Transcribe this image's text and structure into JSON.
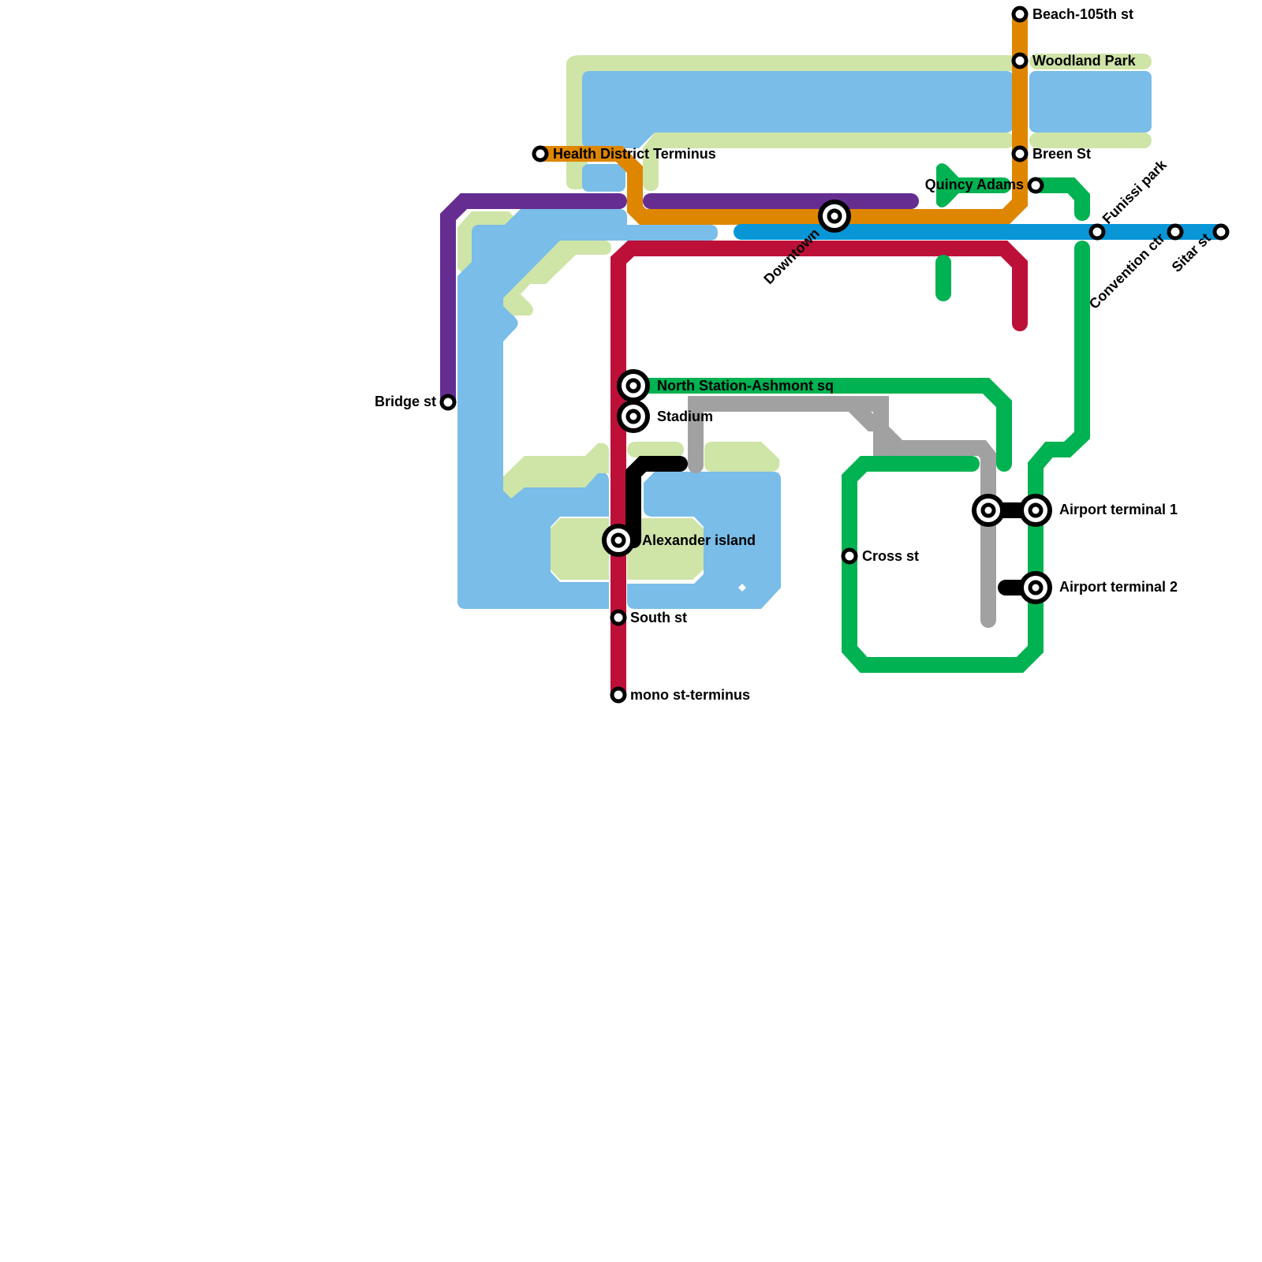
{
  "map": {
    "type": "transit-map",
    "colors": {
      "background": "#ffffff",
      "water": "#79bde8",
      "park": "#cfe4a7",
      "station_ring": "#000000",
      "station_fill": "#ffffff"
    },
    "lines": [
      {
        "id": "purple",
        "color": "#662d91"
      },
      {
        "id": "orange",
        "color": "#df8600"
      },
      {
        "id": "blue",
        "color": "#0896d7"
      },
      {
        "id": "red",
        "color": "#bd1038"
      },
      {
        "id": "green",
        "color": "#00b251"
      },
      {
        "id": "gray",
        "color": "#a1a1a1"
      },
      {
        "id": "black",
        "color": "#000000"
      }
    ],
    "stations": {
      "beach_105th": {
        "name": "Beach-105th st",
        "type": "station"
      },
      "woodland_park": {
        "name": "Woodland Park",
        "type": "station"
      },
      "breen_st": {
        "name": "Breen St",
        "type": "station"
      },
      "health_district": {
        "name": "Health District Terminus",
        "type": "station"
      },
      "quincy_adams": {
        "name": "Quincy Adams",
        "type": "station"
      },
      "downtown": {
        "name": "Downtown",
        "type": "interchange"
      },
      "funissi_park": {
        "name": "Funissi park",
        "type": "station"
      },
      "convention_ctr": {
        "name": "Convention ctr",
        "type": "station"
      },
      "sitar_st": {
        "name": "Sitar st",
        "type": "station"
      },
      "bridge_st": {
        "name": "Bridge st",
        "type": "station"
      },
      "north_station": {
        "name": "North Station-Ashmont sq",
        "type": "interchange"
      },
      "stadium": {
        "name": "Stadium",
        "type": "interchange"
      },
      "alexander_island": {
        "name": "Alexander island",
        "type": "interchange"
      },
      "south_st": {
        "name": "South st",
        "type": "station"
      },
      "mono_st": {
        "name": "mono st-terminus",
        "type": "station"
      },
      "cross_st": {
        "name": "Cross st",
        "type": "station"
      },
      "airport_t1": {
        "name": "Airport terminal 1",
        "type": "interchange"
      },
      "airport_t2": {
        "name": "Airport terminal 2",
        "type": "interchange"
      }
    }
  }
}
